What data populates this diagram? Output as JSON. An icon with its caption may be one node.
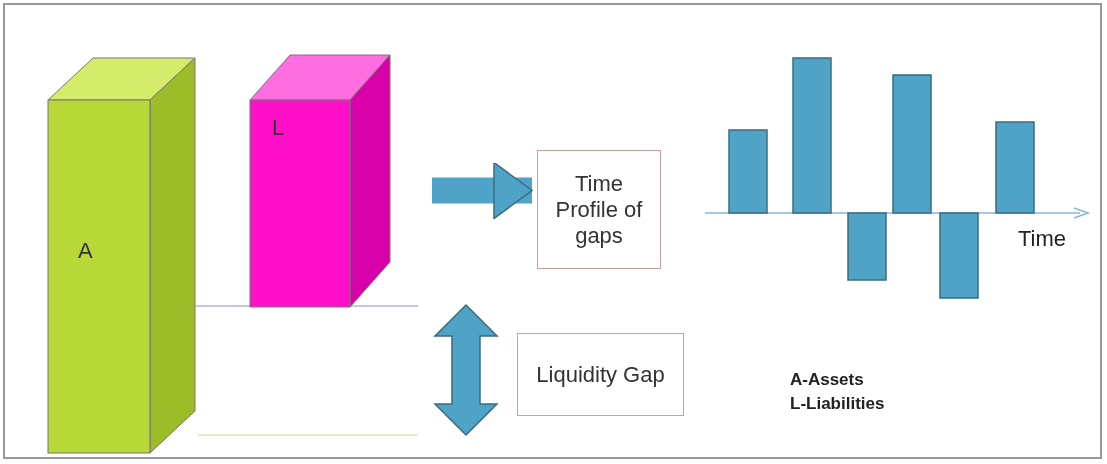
{
  "diagram": {
    "nodes": [
      {
        "text": [
          "A"
        ]
      },
      {
        "text": [
          "L"
        ]
      },
      {
        "text": [
          "Time Profile of gaps"
        ]
      },
      {
        "text": [
          "Liquidity Gap"
        ]
      }
    ],
    "edges": [
      {
        "from": 1,
        "to": 2,
        "arrow": "to"
      }
    ],
    "labels": [
      "Time",
      "A-Assets",
      "L-Liabilities"
    ]
  }
}
